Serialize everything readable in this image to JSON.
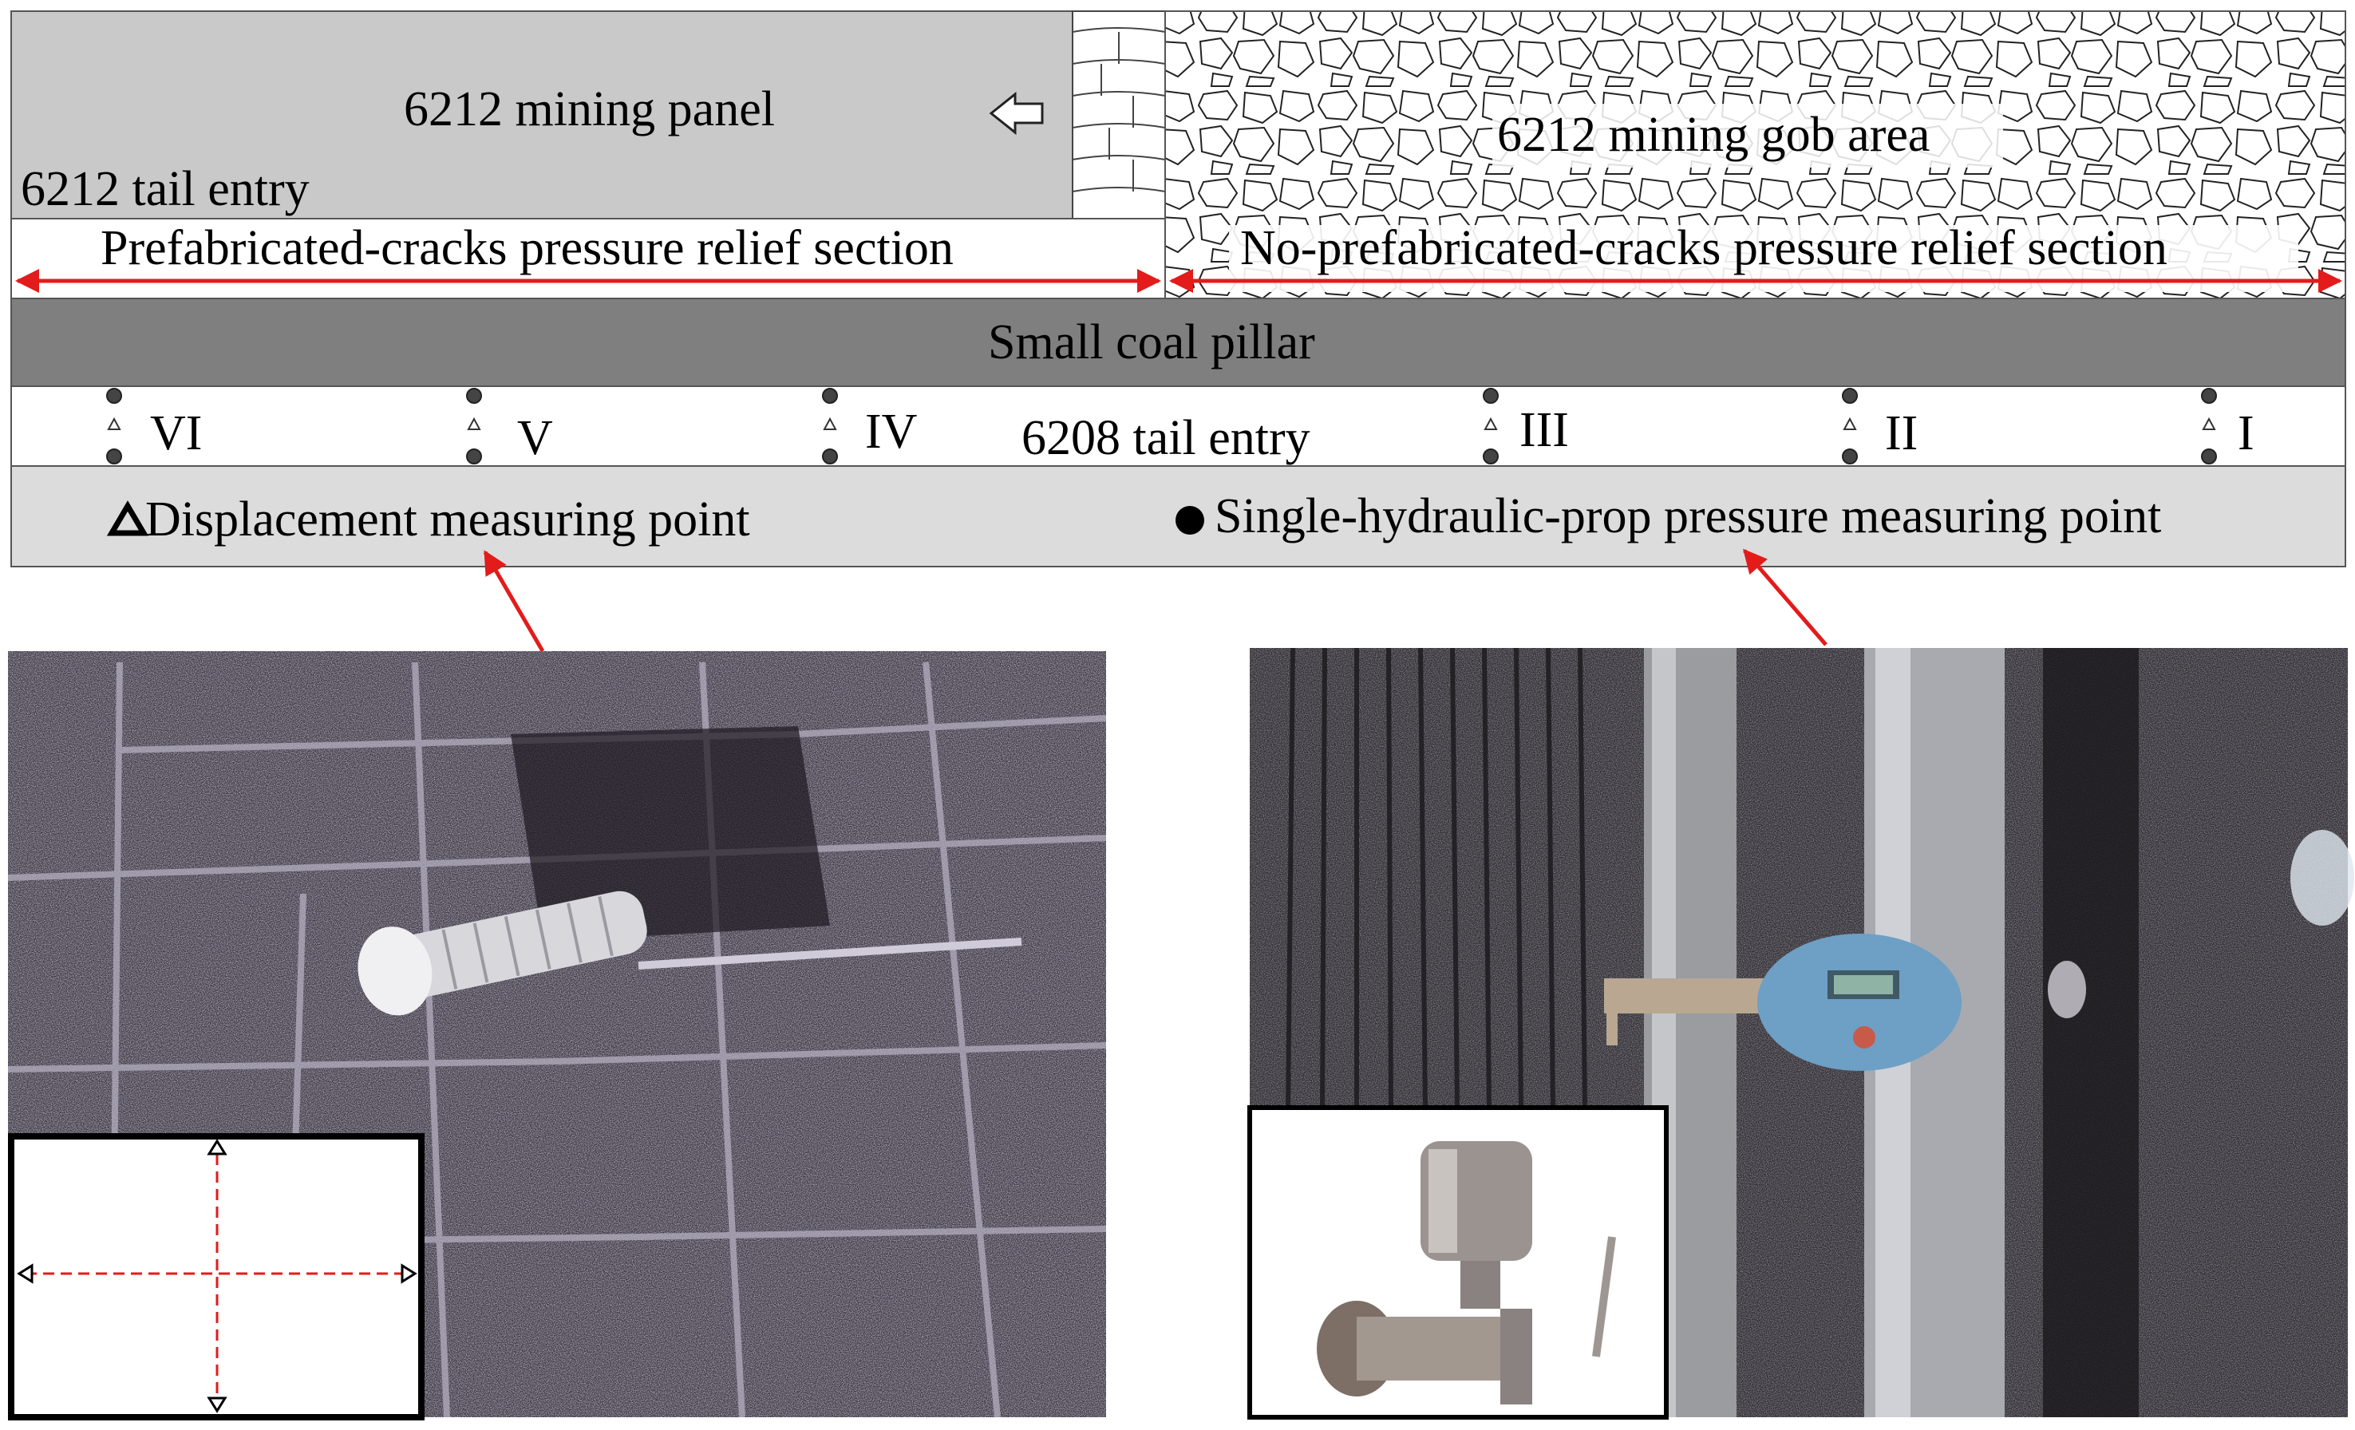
{
  "top": {
    "mining_panel": "6212 mining panel",
    "tail_entry_6212": "6212 tail entry",
    "gob_area": "6212 mining gob area"
  },
  "sections": {
    "prefabricated": "Prefabricated-cracks pressure relief section",
    "no_prefabricated": "No-prefabricated-cracks pressure relief section"
  },
  "pillar": "Small coal pillar",
  "entry_6208": {
    "label": "6208 tail  entry",
    "stations": [
      "VI",
      "V",
      "IV",
      "III",
      "II",
      "I"
    ]
  },
  "legend": {
    "displacement": "Displacement measuring point",
    "pressure": "Single-hydraulic-prop pressure measuring point"
  },
  "colors": {
    "panel_gray": "#c9c9c9",
    "pillar_gray": "#7f7f7f",
    "legend_gray": "#dcdcdc",
    "arrow_red": "#e31b1b"
  }
}
